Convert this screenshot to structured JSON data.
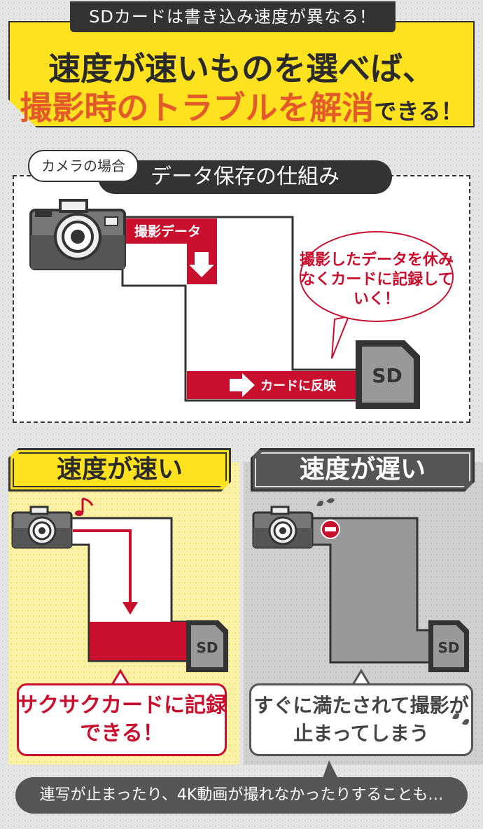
{
  "header": {
    "tab_text": "SDカードは書き込み速度が異なる！",
    "title_line1": "速度が速いものを選べば、",
    "title_line2_highlight": "撮影時のトラブルを解消",
    "title_line2_rest": "できる！"
  },
  "diagram": {
    "camera_tag": "カメラの場合",
    "section_title": "データ保存の仕組み",
    "data_label": "撮影データ",
    "reflect_label": "カードに反映",
    "bubble_text": "撮影したデータを休みなくカードに記録していく！",
    "sd_label": "SD"
  },
  "comparison": {
    "fast": {
      "label": "速度が速い",
      "message": "サクサクカードに記録できる！",
      "sd_label": "SD"
    },
    "slow": {
      "label": "速度が遅い",
      "message": "すぐに満たされて撮影が止まってしまう",
      "sd_label": "SD"
    }
  },
  "footer": {
    "note": "連写が止まったり、4K動画が撮れなかったりすることも…"
  },
  "colors": {
    "accent_red": "#c8102e",
    "yellow": "#ffe21f",
    "dark": "#333333",
    "title_orange": "#e35a2a"
  }
}
